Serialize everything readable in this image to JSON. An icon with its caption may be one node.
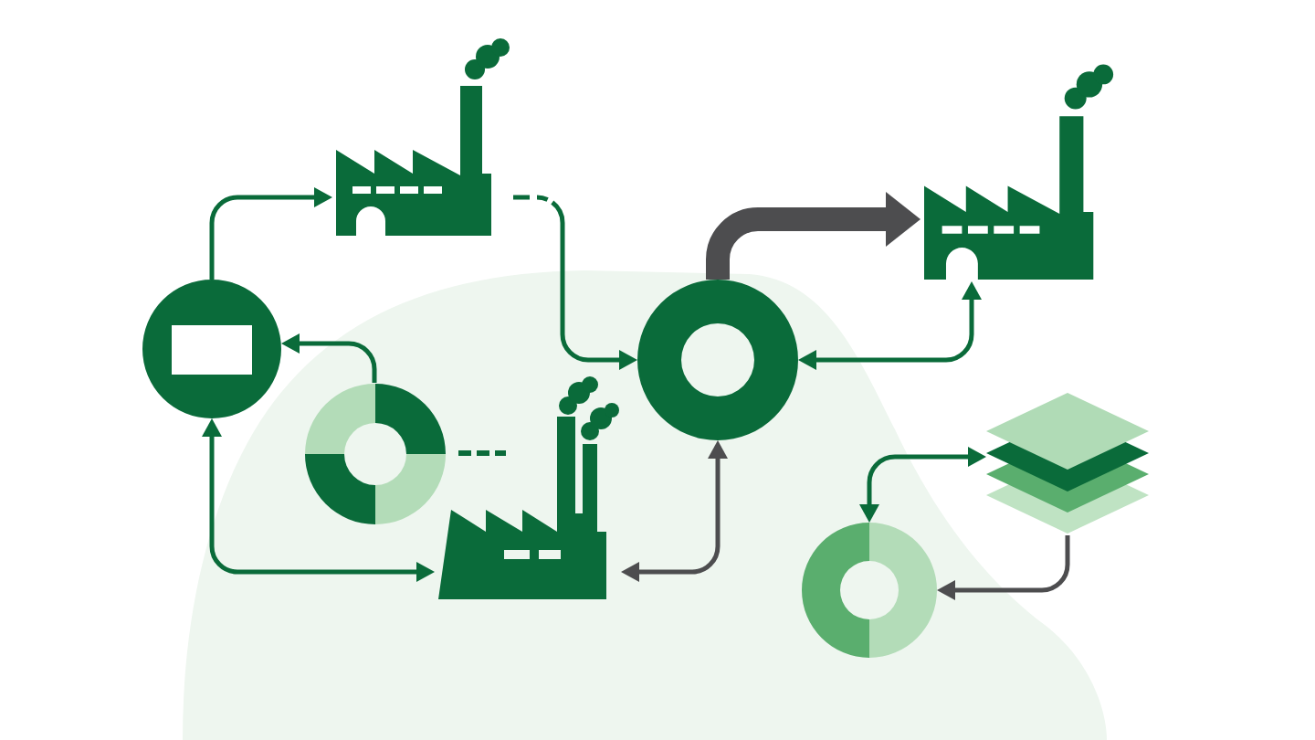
{
  "diagram": {
    "nodes": [
      {
        "text": [],
        "shape": "picture"
      },
      {
        "text": [],
        "shape": "picture"
      },
      {
        "text": [],
        "shape": "circle"
      },
      {
        "text": [],
        "shape": "ring"
      },
      {
        "text": [],
        "shape": "ring"
      },
      {
        "text": [],
        "shape": "picture"
      },
      {
        "text": [],
        "shape": "stack"
      },
      {
        "text": [],
        "shape": "ring"
      }
    ],
    "edges": [
      {
        "from": 2,
        "to": 0,
        "arrow": "to"
      },
      {
        "from": 0,
        "to": 3,
        "arrow": "to",
        "style": "dashed"
      },
      {
        "from": 4,
        "to": 2,
        "arrow": "to"
      },
      {
        "from": 2,
        "to": 5,
        "arrow": "both"
      },
      {
        "from": 5,
        "to": 3,
        "arrow": "both",
        "color": "#4d4d4f"
      },
      {
        "from": 3,
        "to": 1,
        "arrow": "to",
        "style": "thick",
        "color": "#4d4d4f"
      },
      {
        "from": 3,
        "to": 1,
        "arrow": "both"
      },
      {
        "from": 7,
        "to": 6,
        "arrow": "both"
      },
      {
        "from": 6,
        "to": 7,
        "arrow": "to",
        "color": "#4d4d4f"
      }
    ]
  }
}
